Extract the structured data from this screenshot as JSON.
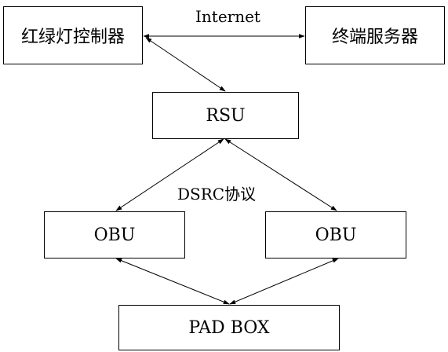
{
  "nodes": {
    "traffic_light_controller": "红绿灯控制器",
    "terminal_server": "终端服务器",
    "rsu": "RSU",
    "obu_left": "OBU",
    "obu_right": "OBU",
    "pad_box": "PAD BOX"
  },
  "labels": {
    "internet": "Internet",
    "dsrc_protocol": "DSRC协议"
  },
  "edges": [
    {
      "from": "traffic_light_controller",
      "to": "terminal_server",
      "label": "internet",
      "arrows": "both"
    },
    {
      "from": "traffic_light_controller",
      "to": "rsu",
      "arrows": "both"
    },
    {
      "from": "rsu",
      "to": "obu_left",
      "arrows": "both"
    },
    {
      "from": "rsu",
      "to": "obu_right",
      "arrows": "both"
    },
    {
      "from": "obu_left",
      "to": "pad_box",
      "arrows": "both"
    },
    {
      "from": "obu_right",
      "to": "pad_box",
      "arrows": "both"
    }
  ],
  "colors": {
    "stroke": "#000000",
    "background": "#ffffff"
  }
}
